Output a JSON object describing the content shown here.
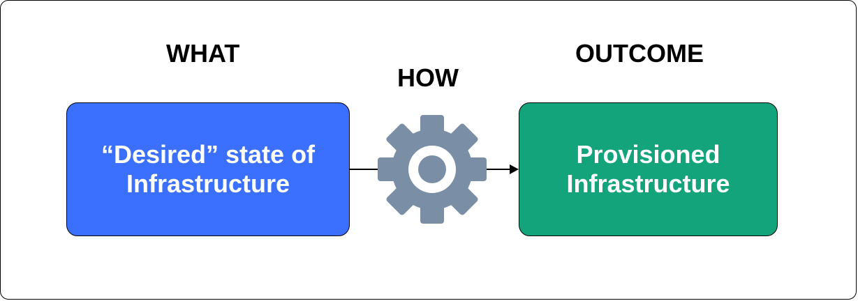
{
  "labels": {
    "what": "WHAT",
    "how": "HOW",
    "outcome": "OUTCOME"
  },
  "nodes": {
    "desired_state": "“Desired” state of\nInfrastructure",
    "provisioned": "Provisioned\nInfrastructure"
  },
  "icons": {
    "process": "gear-icon"
  },
  "colors": {
    "desired_box": "#3b6ffd",
    "outcome_box": "#13a47c",
    "gear": "#7a8ea6",
    "arrow": "#000000"
  }
}
